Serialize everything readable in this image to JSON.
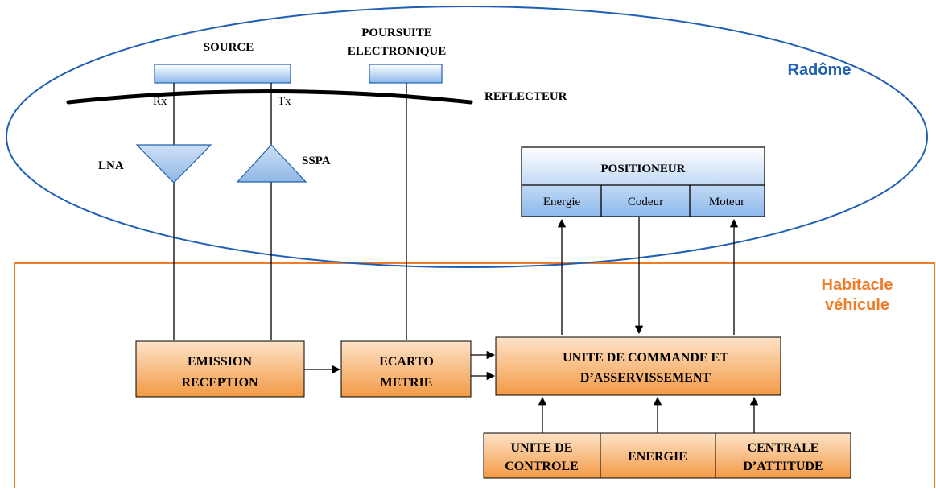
{
  "colors": {
    "radome_outline": "#1f5fb4",
    "radome_label": "#1f5fb4",
    "habitacle_outline": "#f07c27",
    "habitacle_label": "#f07c27",
    "orange_box_top": "#fde3c8",
    "orange_box_bottom": "#f39a45",
    "blue_box_top": "#ffffff",
    "blue_box_bottom": "#8db9ec",
    "triangle_fill": "#a9c9ee",
    "triangle_stroke": "#1f5fb4"
  },
  "zones": {
    "radome": "Radôme",
    "habitacle_line1": "Habitacle",
    "habitacle_line2": "véhicule"
  },
  "radome": {
    "source": "SOURCE",
    "poursuite_line1": "POURSUITE",
    "poursuite_line2": "ELECTRONIQUE",
    "reflecteur": "REFLECTEUR",
    "rx": "Rx",
    "tx": "Tx",
    "lna": "LNA",
    "sspa": "SSPA"
  },
  "positioneur": {
    "title": "POSITIONEUR",
    "cells": [
      "Energie",
      "Codeur",
      "Moteur"
    ]
  },
  "blocks": {
    "emission_line1": "EMISSION",
    "emission_line2": "RECEPTION",
    "ecarto_line1": "ECARTO",
    "ecarto_line2": "METRIE",
    "unite_line1": "UNITE DE COMMANDE ET",
    "unite_line2": "D’ASSERVISSEMENT",
    "controle_line1": "UNITE DE",
    "controle_line2": "CONTROLE",
    "energie": "ENERGIE",
    "centrale_line1": "CENTRALE",
    "centrale_line2": "D’ATTITUDE"
  }
}
